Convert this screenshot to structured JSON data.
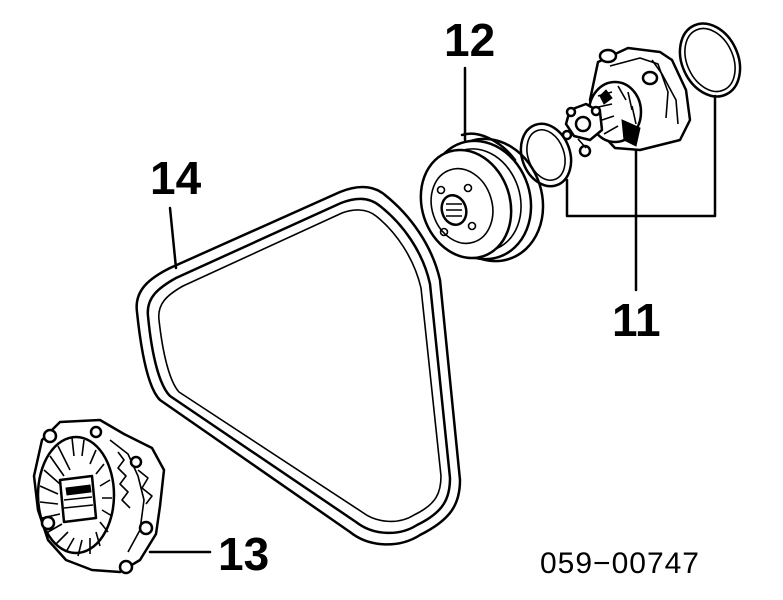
{
  "callouts": {
    "pump": "11",
    "pulley": "12",
    "vacuum_pump": "13",
    "belt": "14"
  },
  "diagram_code": "059−00747"
}
